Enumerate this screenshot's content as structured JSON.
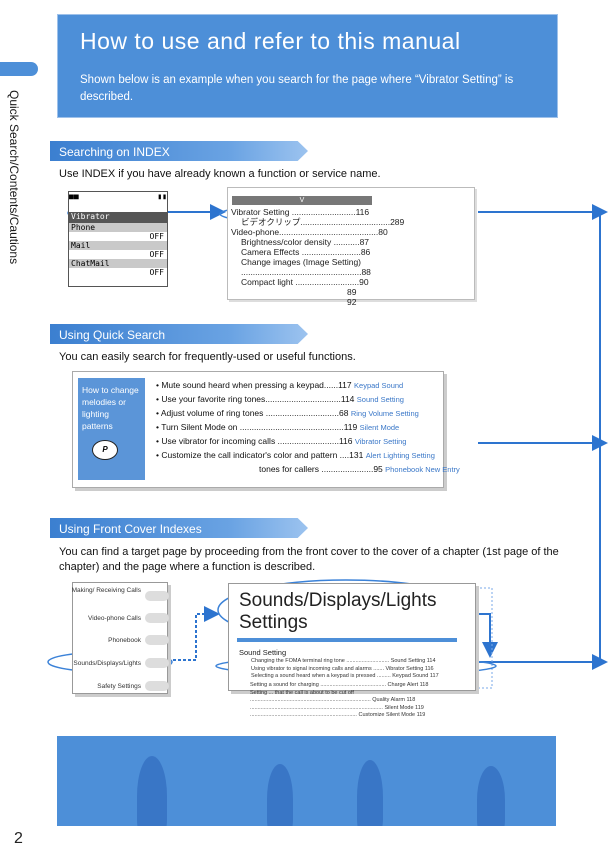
{
  "header": {
    "title": "How to use and refer to this manual",
    "subtitle": "Shown below is an example when you search for the page where “Vibrator Setting” is described."
  },
  "side_tab": "Quick Search/Contents/Cautions",
  "page_number": "2",
  "sections": {
    "index": {
      "title": "Searching on INDEX",
      "desc": "Use INDEX if you have already known a function or service name.",
      "phone": {
        "selected": "Vibrator",
        "rows": [
          {
            "label": "Phone",
            "value": "OFF"
          },
          {
            "label": "Mail",
            "value": "OFF"
          },
          {
            "label": "ChatMail",
            "value": "OFF"
          }
        ]
      },
      "index_page": {
        "letter": "V",
        "lines": [
          {
            "text": "Vibrator Setting ...........................",
            "page": "116"
          },
          {
            "text": "ビデオクリップ......................................",
            "page": "289"
          },
          {
            "text": "Video-phone..........................................",
            "page": "80"
          },
          {
            "text": "Brightness/color density ...........",
            "page": "87"
          },
          {
            "text": "Camera Effects .........................",
            "page": "86"
          },
          {
            "text": "Change images (Image Setting)",
            "page": ""
          },
          {
            "text": "...................................................",
            "page": "88"
          },
          {
            "text": "Compact light ...........................",
            "page": "90"
          },
          {
            "text": "",
            "page": "89"
          },
          {
            "text": "",
            "page": "92"
          }
        ]
      }
    },
    "quick": {
      "title": "Using Quick Search",
      "desc": "You can easily search for frequently-used or useful functions.",
      "side_label": "How to change melodies or lighting patterns",
      "items": [
        {
          "text": "Mute sound heard when pressing a keypad......",
          "page": "117",
          "link": "Keypad Sound"
        },
        {
          "text": "Use your favorite ring tones................................",
          "page": "114",
          "link": "Sound Setting"
        },
        {
          "text": "Adjust volume of ring tones ...............................",
          "page": "68",
          "link": "Ring Volume Setting"
        },
        {
          "text": "Turn Silent Mode on ............................................",
          "page": "119",
          "link": "Silent Mode"
        },
        {
          "text": "Use vibrator for incoming calls ..........................",
          "page": "116",
          "link": "Vibrator Setting"
        },
        {
          "text": "Customize the call indicator's color and pattern ....",
          "page": "131",
          "link": "Alert Lighting Setting"
        },
        {
          "text": "tones for callers ......................",
          "page": "95",
          "link": "Phonebook New Entry"
        }
      ]
    },
    "cover": {
      "title": "Using Front Cover Indexes",
      "desc": "You can find a target page by proceeding from the front cover to the cover of a chapter (1st page of the chapter) and the page where a function is described.",
      "cover_items": [
        "Making/ Receiving Calls",
        "Video-phone Calls",
        "Phonebook",
        "Sounds/Displays/Lights",
        "Safety Settings"
      ],
      "chapter_title": "Sounds/Displays/Lights Settings",
      "chapter_sub": "Sound Setting",
      "chapter_lines": [
        "Changing the FOMA terminal ring tone ............................ Sound Setting 114",
        "Using vibrator to signal incoming calls and alarms ....... Vibrator Setting 116",
        "Selecting a sound heard when a keypad is pressed ......... Keypad Sound 117",
        "Setting a sound for charging ........................................... Charge Alert 118",
        "Setting ... that the call is about to be cut off",
        "............................................................................... Quality Alarm 118",
        "....................................................................................... Silent Mode 119",
        "...................................................................... Customize Silent Mode 119"
      ]
    }
  }
}
